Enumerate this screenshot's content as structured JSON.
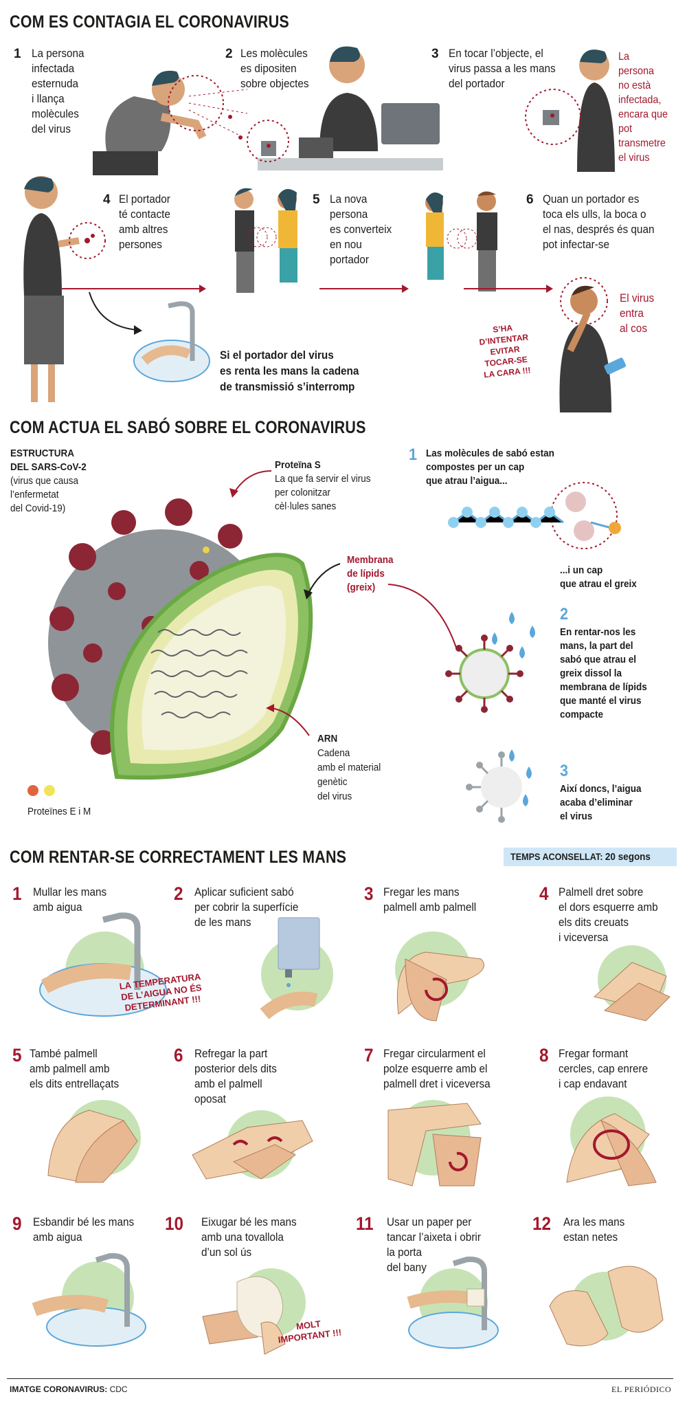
{
  "colors": {
    "accent_red": "#a3182d",
    "soap_blue": "#5aa7db",
    "circle_green": "#c7e3b5",
    "badge_bg": "#cfe6f6"
  },
  "section1": {
    "title": "COM ES CONTAGIA EL CORONAVIRUS",
    "steps": [
      {
        "num": "1",
        "text": "La persona\ninfectada\nesternuda\ni llança\nmolècules\ndel virus"
      },
      {
        "num": "2",
        "text": "Les molècules\nes dipositen\nsobre objectes"
      },
      {
        "num": "3",
        "text": "En tocar l’objecte, el\nvirus passa a les mans\ndel portador"
      },
      {
        "num": "4",
        "text": "El portador\nté contacte\namb altres\npersones"
      },
      {
        "num": "5",
        "text": "La nova\npersona\nes converteix\nen nou\nportador"
      },
      {
        "num": "6",
        "text": "Quan un portador es\ntoca els ulls, la boca o\nel nas, després és quan\npot infectar-se"
      }
    ],
    "carrier_note": "La\npersona\nno està\ninfectada,\nencara que\npot\ntransmetre\nel virus",
    "handwash_note": "Si el portador del virus\nes renta les mans la cadena\nde transmissió s’interromp",
    "avoid_stamp": "S’HA\nD’INTENTAR\nEVITAR\nTOCAR-SE\nLA CARA !!!",
    "virus_enters": "El virus\nentra\nal cos"
  },
  "section2": {
    "title": "COM ACTUA EL SABÓ SOBRE EL CORONAVIRUS",
    "structure_title": "ESTRUCTURA\nDEL SARS-CoV-2",
    "structure_sub": "(virus que causa\nl’enfermetat\ndel Covid-19)",
    "protein_s_title": "Proteïna S",
    "protein_s_text": "La que fa servir el virus\nper colonitzar\ncèl·lules sanes",
    "membrane_label": "Membrana\nde lípids\n(greix)",
    "arn_title": "ARN",
    "arn_text": "Cadena\namb el material\ngenètic\ndel virus",
    "proteins_em": "Proteïnes E i M",
    "soap_steps": [
      {
        "num": "1",
        "text": "Las molècules de sabó estan\ncompostes per un cap\nque atrau l’aigua..."
      },
      {
        "num": "",
        "text": "...i un cap\nque atrau el greix"
      },
      {
        "num": "2",
        "text": "En rentar-nos les\nmans, la part del\nsabó que atrau el\ngreix dissol la\nmembrana de lípids\nque manté el virus\ncompacte"
      },
      {
        "num": "3",
        "text": "Així doncs, l’aigua\nacaba d’eliminar\nel virus"
      }
    ]
  },
  "section3": {
    "title": "COM RENTAR-SE CORRECTAMENT LES MANS",
    "time_label": "TEMPS ACONSELLAT:",
    "time_value": "20 segons",
    "water_stamp": "LA TEMPERATURA\nDE L’AIGUA NO ÉS\nDETERMINANT !!!",
    "important_stamp": "MOLT\nIMPORTANT !!!",
    "steps": [
      {
        "num": "1",
        "text": "Mullar les mans\namb aigua"
      },
      {
        "num": "2",
        "text": "Aplicar suficient sabó\nper cobrir la superfície\nde les mans"
      },
      {
        "num": "3",
        "text": "Fregar les mans\npalmell amb palmell"
      },
      {
        "num": "4",
        "text": "Palmell dret sobre\nel dors esquerre amb\nels dits creuats\ni viceversa"
      },
      {
        "num": "5",
        "text": "També palmell\namb palmell amb\nels dits entrellaçats"
      },
      {
        "num": "6",
        "text": "Refregar la part\nposterior dels dits\namb el palmell\noposat"
      },
      {
        "num": "7",
        "text": "Fregar circularment el\npolze esquerre amb el\npalmell dret i viceversa"
      },
      {
        "num": "8",
        "text": "Fregar formant\ncercles, cap enrere\ni cap endavant"
      },
      {
        "num": "9",
        "text": "Esbandir bé les mans\namb aigua"
      },
      {
        "num": "10",
        "text": "Eixugar bé les mans\namb una tovallola\nd’un sol ús"
      },
      {
        "num": "11",
        "text": "Usar un paper per\ntancar l’aixeta i obrir\nla porta\ndel bany"
      },
      {
        "num": "12",
        "text": "Ara les mans\nestan netes"
      }
    ]
  },
  "footer": {
    "credit_label": "IMATGE CORONAVIRUS:",
    "credit_value": "CDC",
    "brand": "EL PERIÓDICO"
  }
}
